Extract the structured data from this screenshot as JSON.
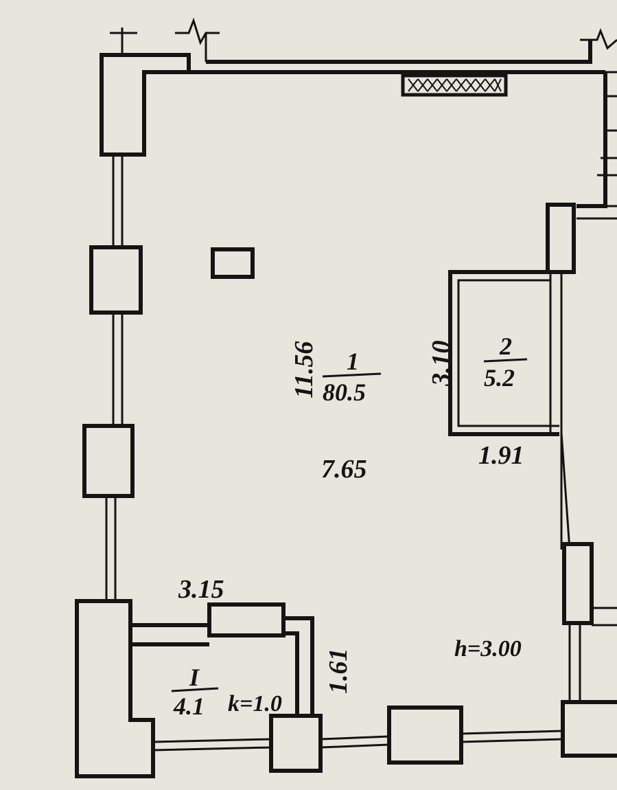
{
  "room_1": {
    "number": "1",
    "area": "80.5"
  },
  "room_2": {
    "number": "2",
    "area": "5.2"
  },
  "room_loggia": {
    "number": "I",
    "area": "4.1",
    "coefficient": "k=1.0"
  },
  "dimensions": {
    "main_length": "11.56",
    "main_width": "7.65",
    "room2_length": "3.10",
    "room2_width": "1.91",
    "loggia_width": "3.15",
    "loggia_depth": "1.61"
  },
  "ceiling_height": "h=3.00",
  "colors": {
    "paper": "#e7e6dd",
    "ink": "#141414"
  }
}
